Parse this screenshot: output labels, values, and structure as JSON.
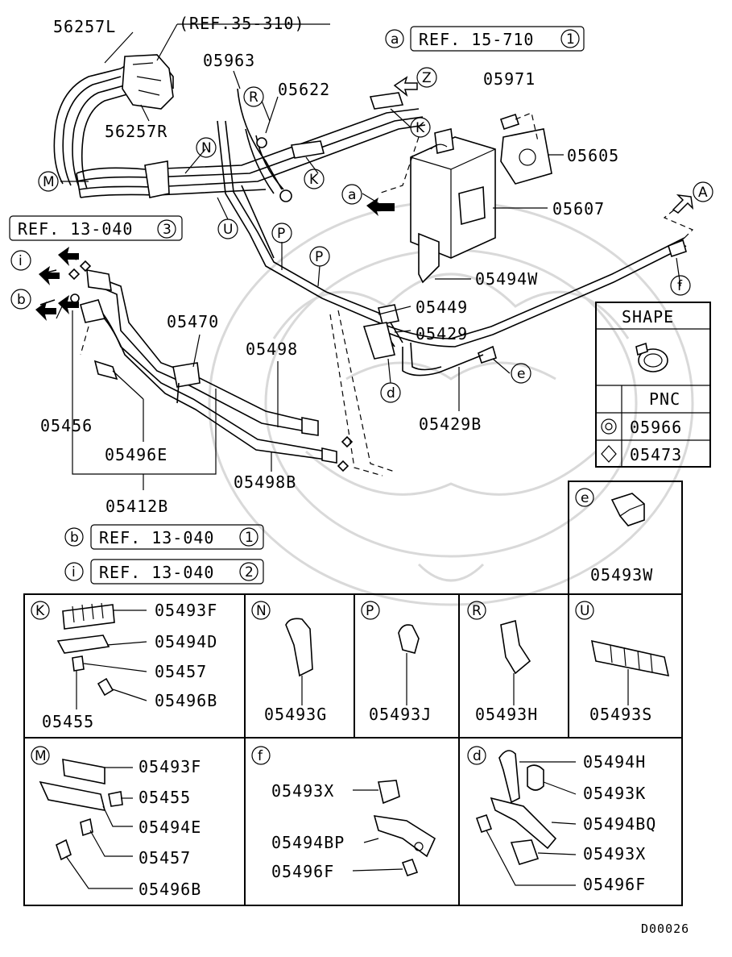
{
  "refs": {
    "ref_35_310": "(REF.35-310)",
    "ref_15_710_letter": "a",
    "ref_15_710_text": "REF. 15-710",
    "ref_15_710_num": "1",
    "ref_13_040_3_text": "REF. 13-040",
    "ref_13_040_3_num": "3",
    "ref_13_040_1_letter": "b",
    "ref_13_040_1_text": "REF. 13-040",
    "ref_13_040_1_num": "1",
    "ref_13_040_2_letter": "i",
    "ref_13_040_2_text": "REF. 13-040",
    "ref_13_040_2_num": "2"
  },
  "callouts": {
    "Z": "Z",
    "K": "K",
    "R": "R",
    "N": "N",
    "M": "M",
    "U": "U",
    "P": "P",
    "a": "a",
    "A": "A",
    "f": "f",
    "e": "e",
    "d": "d",
    "i": "i",
    "b": "b"
  },
  "parts": {
    "p56257L": "56257L",
    "p56257R": "56257R",
    "p05963": "05963",
    "p05622": "05622",
    "p05971": "05971",
    "p05605": "05605",
    "p05607": "05607",
    "p05494W": "05494W",
    "p05449": "05449",
    "p05429": "05429",
    "p05429B": "05429B",
    "p05470": "05470",
    "p05498": "05498",
    "p05498B": "05498B",
    "p05456": "05456",
    "p05496E": "05496E",
    "p05412B": "05412B",
    "p05493W": "05493W"
  },
  "shape_table": {
    "header": "SHAPE",
    "pnc_header": "PNC",
    "row1_pnc": "05966",
    "row2_pnc": "05473"
  },
  "detail_panels": {
    "K": {
      "label": "K",
      "parts": [
        "05493F",
        "05494D",
        "05457",
        "05496B",
        "05455"
      ]
    },
    "N": {
      "label": "N",
      "parts": [
        "05493G"
      ]
    },
    "P": {
      "label": "P",
      "parts": [
        "05493J"
      ]
    },
    "R": {
      "label": "R",
      "parts": [
        "05493H"
      ]
    },
    "U": {
      "label": "U",
      "parts": [
        "05493S"
      ]
    },
    "M": {
      "label": "M",
      "parts": [
        "05493F",
        "05455",
        "05494E",
        "05457",
        "05496B"
      ]
    },
    "f": {
      "label": "f",
      "parts": [
        "05493X",
        "05494BP",
        "05496F"
      ]
    },
    "d": {
      "label": "d",
      "parts": [
        "05494H",
        "05493K",
        "05494BQ",
        "05493X",
        "05496F"
      ]
    },
    "e": {
      "label": "e",
      "parts": [
        "05493W"
      ]
    }
  },
  "diagram_code": "D00026"
}
